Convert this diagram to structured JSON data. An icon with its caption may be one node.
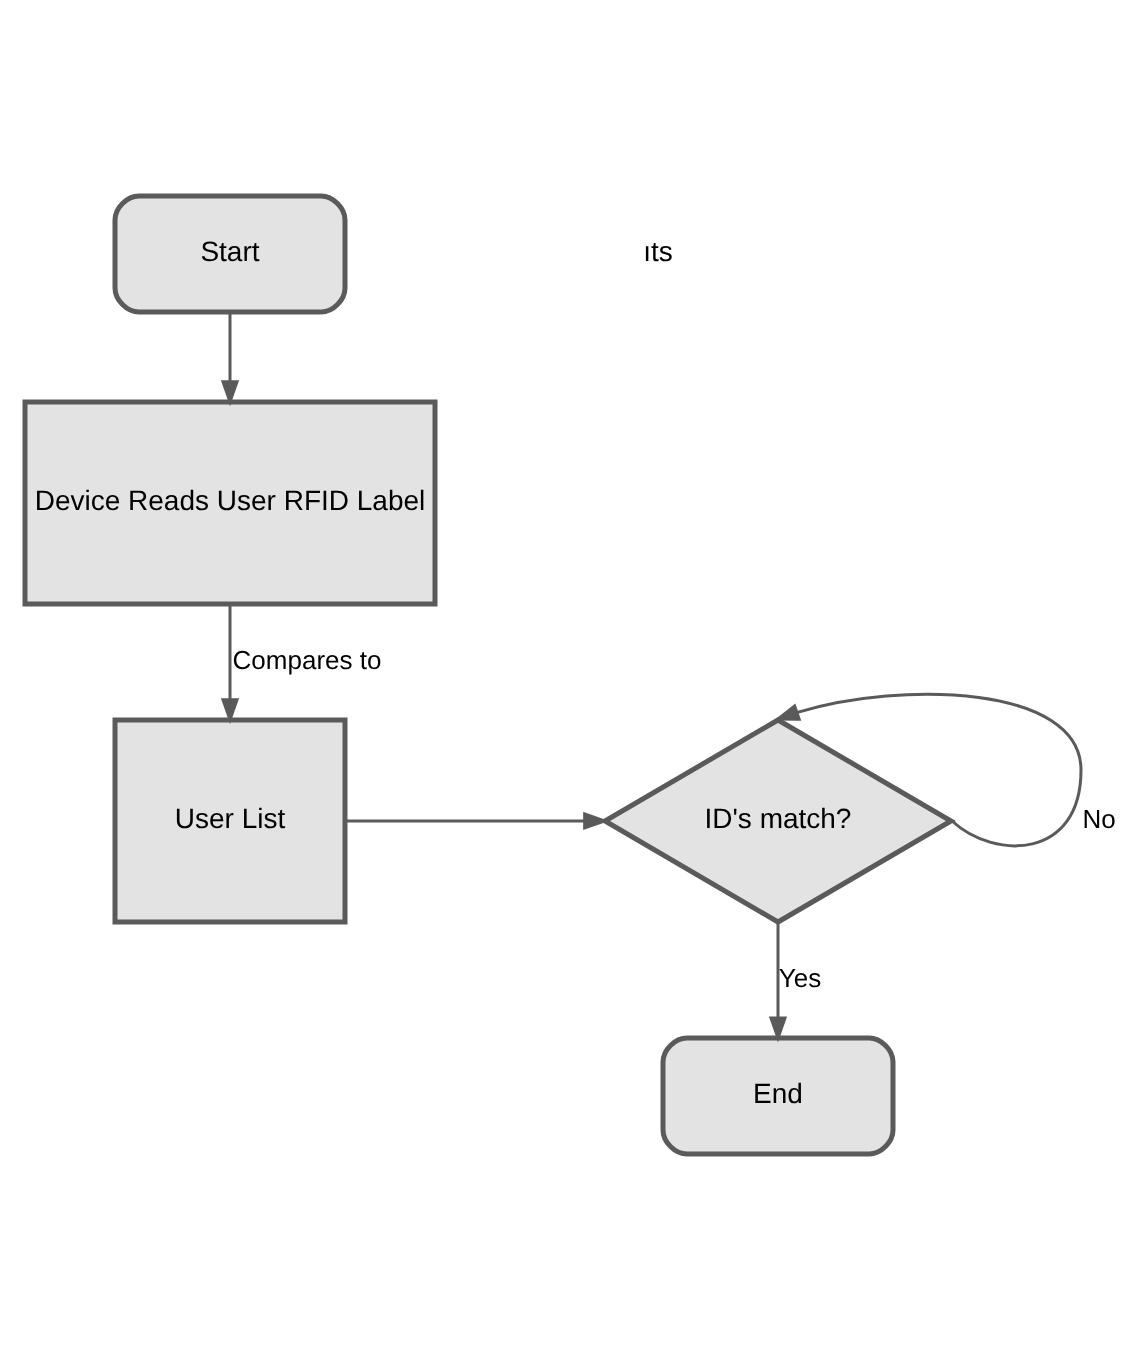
{
  "diagram": {
    "nodes": [
      {
        "text": [
          "Start"
        ]
      },
      {
        "text": [
          "Device Reads User RFID Label"
        ]
      },
      {
        "text": [
          "User List"
        ]
      },
      {
        "text": [
          "ID's match?"
        ]
      },
      {
        "text": [
          "End"
        ]
      }
    ],
    "edges": [
      {
        "from": 0,
        "to": 1,
        "arrow": "to"
      },
      {
        "from": 1,
        "to": 2,
        "arrow": "to",
        "label": "Compares to"
      },
      {
        "from": 2,
        "to": 3,
        "arrow": "to"
      },
      {
        "from": 3,
        "to": 3,
        "arrow": "to",
        "label": "No"
      },
      {
        "from": 3,
        "to": 4,
        "arrow": "to",
        "label": "Yes"
      }
    ],
    "labels": [
      "ıts"
    ]
  }
}
